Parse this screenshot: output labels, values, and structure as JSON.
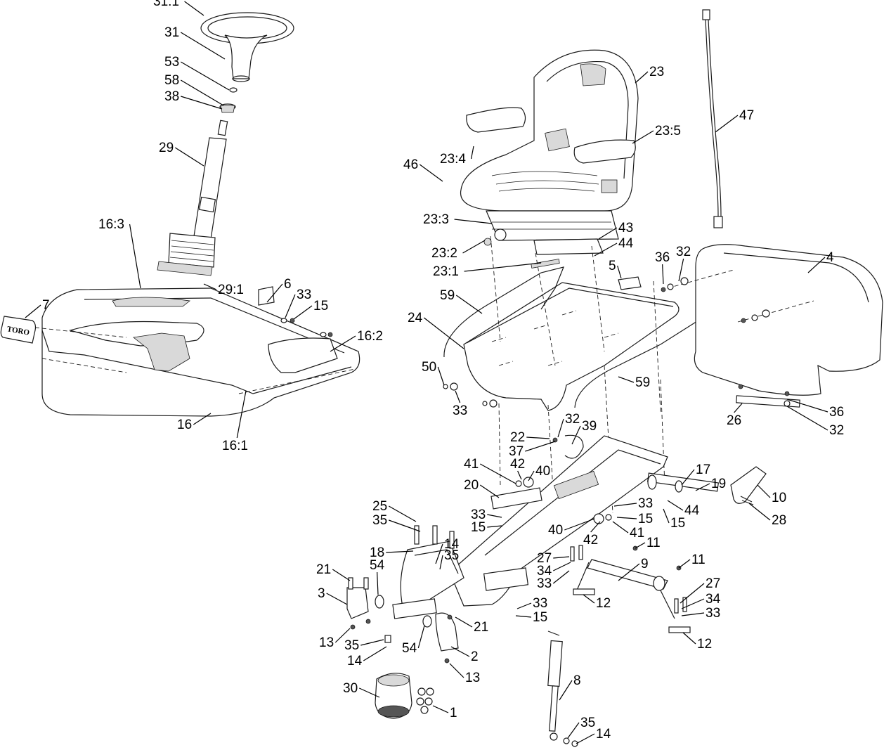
{
  "diagram": {
    "logo_text": "TORO",
    "callouts": [
      {
        "id": "c-31-1",
        "text": "31:1"
      },
      {
        "id": "c-31",
        "text": "31"
      },
      {
        "id": "c-53",
        "text": "53"
      },
      {
        "id": "c-58",
        "text": "58"
      },
      {
        "id": "c-38",
        "text": "38"
      },
      {
        "id": "c-29",
        "text": "29"
      },
      {
        "id": "c-16-3",
        "text": "16:3"
      },
      {
        "id": "c-29-1",
        "text": "29:1"
      },
      {
        "id": "c-6",
        "text": "6"
      },
      {
        "id": "c-33a",
        "text": "33"
      },
      {
        "id": "c-15a",
        "text": "15"
      },
      {
        "id": "c-7",
        "text": "7"
      },
      {
        "id": "c-16-2",
        "text": "16:2"
      },
      {
        "id": "c-16",
        "text": "16"
      },
      {
        "id": "c-16-1",
        "text": "16:1"
      },
      {
        "id": "c-23",
        "text": "23"
      },
      {
        "id": "c-47",
        "text": "47"
      },
      {
        "id": "c-23-5",
        "text": "23:5"
      },
      {
        "id": "c-23-4",
        "text": "23:4"
      },
      {
        "id": "c-46",
        "text": "46"
      },
      {
        "id": "c-23-3",
        "text": "23:3"
      },
      {
        "id": "c-43",
        "text": "43"
      },
      {
        "id": "c-44a",
        "text": "44"
      },
      {
        "id": "c-23-2",
        "text": "23:2"
      },
      {
        "id": "c-23-1",
        "text": "23:1"
      },
      {
        "id": "c-5",
        "text": "5"
      },
      {
        "id": "c-36a",
        "text": "36"
      },
      {
        "id": "c-32a",
        "text": "32"
      },
      {
        "id": "c-4",
        "text": "4"
      },
      {
        "id": "c-59a",
        "text": "59"
      },
      {
        "id": "c-24",
        "text": "24"
      },
      {
        "id": "c-59b",
        "text": "59"
      },
      {
        "id": "c-50",
        "text": "50"
      },
      {
        "id": "c-33b",
        "text": "33"
      },
      {
        "id": "c-26",
        "text": "26"
      },
      {
        "id": "c-36b",
        "text": "36"
      },
      {
        "id": "c-32b",
        "text": "32"
      },
      {
        "id": "c-22",
        "text": "22"
      },
      {
        "id": "c-32c",
        "text": "32"
      },
      {
        "id": "c-39",
        "text": "39"
      },
      {
        "id": "c-37",
        "text": "37"
      },
      {
        "id": "c-41a",
        "text": "41"
      },
      {
        "id": "c-42a",
        "text": "42"
      },
      {
        "id": "c-40a",
        "text": "40"
      },
      {
        "id": "c-17",
        "text": "17"
      },
      {
        "id": "c-19",
        "text": "19"
      },
      {
        "id": "c-20",
        "text": "20"
      },
      {
        "id": "c-10",
        "text": "10"
      },
      {
        "id": "c-33c",
        "text": "33"
      },
      {
        "id": "c-44b",
        "text": "44"
      },
      {
        "id": "c-28",
        "text": "28"
      },
      {
        "id": "c-25",
        "text": "25"
      },
      {
        "id": "c-35a",
        "text": "35"
      },
      {
        "id": "c-33d",
        "text": "33"
      },
      {
        "id": "c-15b",
        "text": "15"
      },
      {
        "id": "c-15c",
        "text": "15"
      },
      {
        "id": "c-15d",
        "text": "15"
      },
      {
        "id": "c-40b",
        "text": "40"
      },
      {
        "id": "c-41b",
        "text": "41"
      },
      {
        "id": "c-42b",
        "text": "42"
      },
      {
        "id": "c-11a",
        "text": "11"
      },
      {
        "id": "c-18",
        "text": "18"
      },
      {
        "id": "c-14a",
        "text": "14"
      },
      {
        "id": "c-35b",
        "text": "35"
      },
      {
        "id": "c-27a",
        "text": "27"
      },
      {
        "id": "c-9",
        "text": "9"
      },
      {
        "id": "c-11b",
        "text": "11"
      },
      {
        "id": "c-21a",
        "text": "21"
      },
      {
        "id": "c-54a",
        "text": "54"
      },
      {
        "id": "c-34a",
        "text": "34"
      },
      {
        "id": "c-33e",
        "text": "33"
      },
      {
        "id": "c-3",
        "text": "3"
      },
      {
        "id": "c-12a",
        "text": "12"
      },
      {
        "id": "c-27b",
        "text": "27"
      },
      {
        "id": "c-34b",
        "text": "34"
      },
      {
        "id": "c-33f",
        "text": "33"
      },
      {
        "id": "c-33g",
        "text": "33"
      },
      {
        "id": "c-15e",
        "text": "15"
      },
      {
        "id": "c-21b",
        "text": "21"
      },
      {
        "id": "c-13a",
        "text": "13"
      },
      {
        "id": "c-35c",
        "text": "35"
      },
      {
        "id": "c-54b",
        "text": "54"
      },
      {
        "id": "c-12b",
        "text": "12"
      },
      {
        "id": "c-14b",
        "text": "14"
      },
      {
        "id": "c-2",
        "text": "2"
      },
      {
        "id": "c-13b",
        "text": "13"
      },
      {
        "id": "c-8",
        "text": "8"
      },
      {
        "id": "c-30",
        "text": "30"
      },
      {
        "id": "c-1",
        "text": "1"
      },
      {
        "id": "c-35d",
        "text": "35"
      },
      {
        "id": "c-14c",
        "text": "14"
      }
    ]
  }
}
